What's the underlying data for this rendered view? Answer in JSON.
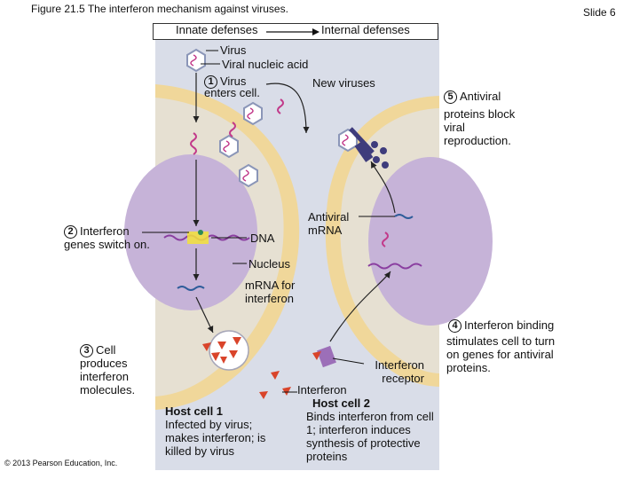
{
  "header": {
    "figure_title": "Figure 21.5 The interferon mechanism against viruses.",
    "slide_number": "Slide 6"
  },
  "defenses_bar": {
    "innate": "Innate defenses",
    "internal": "Internal defenses"
  },
  "labels": {
    "virus": "Virus",
    "viral_nucleic_acid": "Viral nucleic acid",
    "new_viruses": "New viruses",
    "dna": "DNA",
    "nucleus": "Nucleus",
    "antiviral_mrna": "Antiviral mRNA",
    "mrna_interferon": "mRNA for interferon",
    "interferon_receptor": "Interferon receptor",
    "interferon": "Interferon"
  },
  "steps": [
    {
      "number": "1",
      "text_line1": "Virus",
      "text_line2": "enters cell."
    },
    {
      "number": "2",
      "text_line1": "Interferon",
      "text_line2": "genes switch on."
    },
    {
      "number": "3",
      "text_line1": "Cell",
      "text_line2": "produces interferon molecules."
    },
    {
      "number": "4",
      "text_line1": "Interferon binding",
      "text_line2": "stimulates cell to turn on genes for antiviral proteins."
    },
    {
      "number": "5",
      "text_line1": "Antiviral",
      "text_line2": "proteins block viral reproduction."
    }
  ],
  "host_cell_1": {
    "title": "Host cell 1",
    "description": "Infected by virus; makes interferon; is killed by virus"
  },
  "host_cell_2": {
    "title": "Host cell 2",
    "description": "Binds interferon from cell 1; interferon induces synthesis of protective proteins"
  },
  "copyright": "© 2013 Pearson Education, Inc.",
  "colors": {
    "background_panel": "#d9dde8",
    "cell_membrane": "#f0d79a",
    "cytoplasm": "#e6e0d2",
    "nucleus": "#c6b3d8",
    "dna": "#8a3ea0",
    "gene_highlight": "#f3e23a",
    "interferon": "#d9442a",
    "receptor": "#9c6fb8",
    "antiviral_protein": "#3e3c7c",
    "virus_rna": "#c23a8a"
  }
}
